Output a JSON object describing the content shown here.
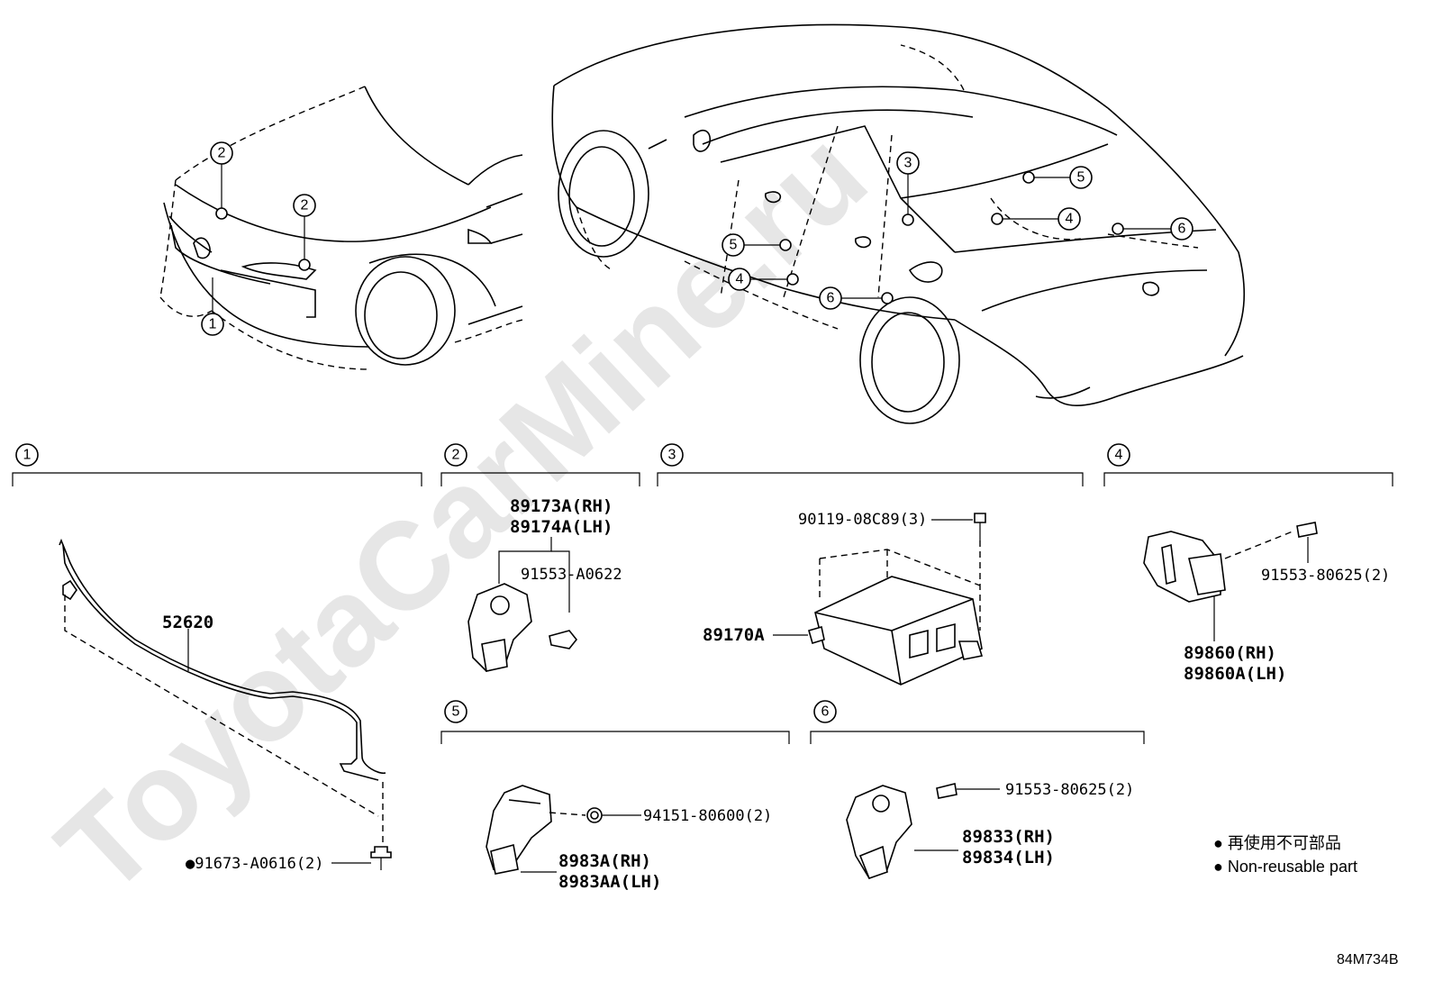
{
  "watermark": "ToyotaCarMine.ru",
  "diagram_code": "84M734B",
  "sections": [
    {
      "num": "1"
    },
    {
      "num": "2"
    },
    {
      "num": "3"
    },
    {
      "num": "4"
    },
    {
      "num": "5"
    },
    {
      "num": "6"
    }
  ],
  "callouts": {
    "front": [
      "2",
      "2",
      "1"
    ],
    "rear": [
      "3",
      "5",
      "4",
      "6",
      "5",
      "4",
      "6"
    ]
  },
  "parts": {
    "s1": {
      "harness": "52620",
      "bolt": "●91673-A0616(2)"
    },
    "s2": {
      "sensor_rh": "89173A(RH)",
      "sensor_lh": "89174A(LH)",
      "bolt": "91553-A0622"
    },
    "s3": {
      "bolt": "90119-08C89(3)",
      "ecu": "89170A"
    },
    "s4": {
      "bolt": "91553-80625(2)",
      "sensor_rh": "89860(RH)",
      "sensor_lh": "89860A(LH)"
    },
    "s5": {
      "nut": "94151-80600(2)",
      "sensor_rh": "8983A(RH)",
      "sensor_lh": "8983AA(LH)"
    },
    "s6": {
      "bolt": "91553-80625(2)",
      "sensor_rh": "89833(RH)",
      "sensor_lh": "89834(LH)"
    }
  },
  "legend": {
    "line_jp": "● 再使用不可部品",
    "line_en": "● Non-reusable part"
  }
}
